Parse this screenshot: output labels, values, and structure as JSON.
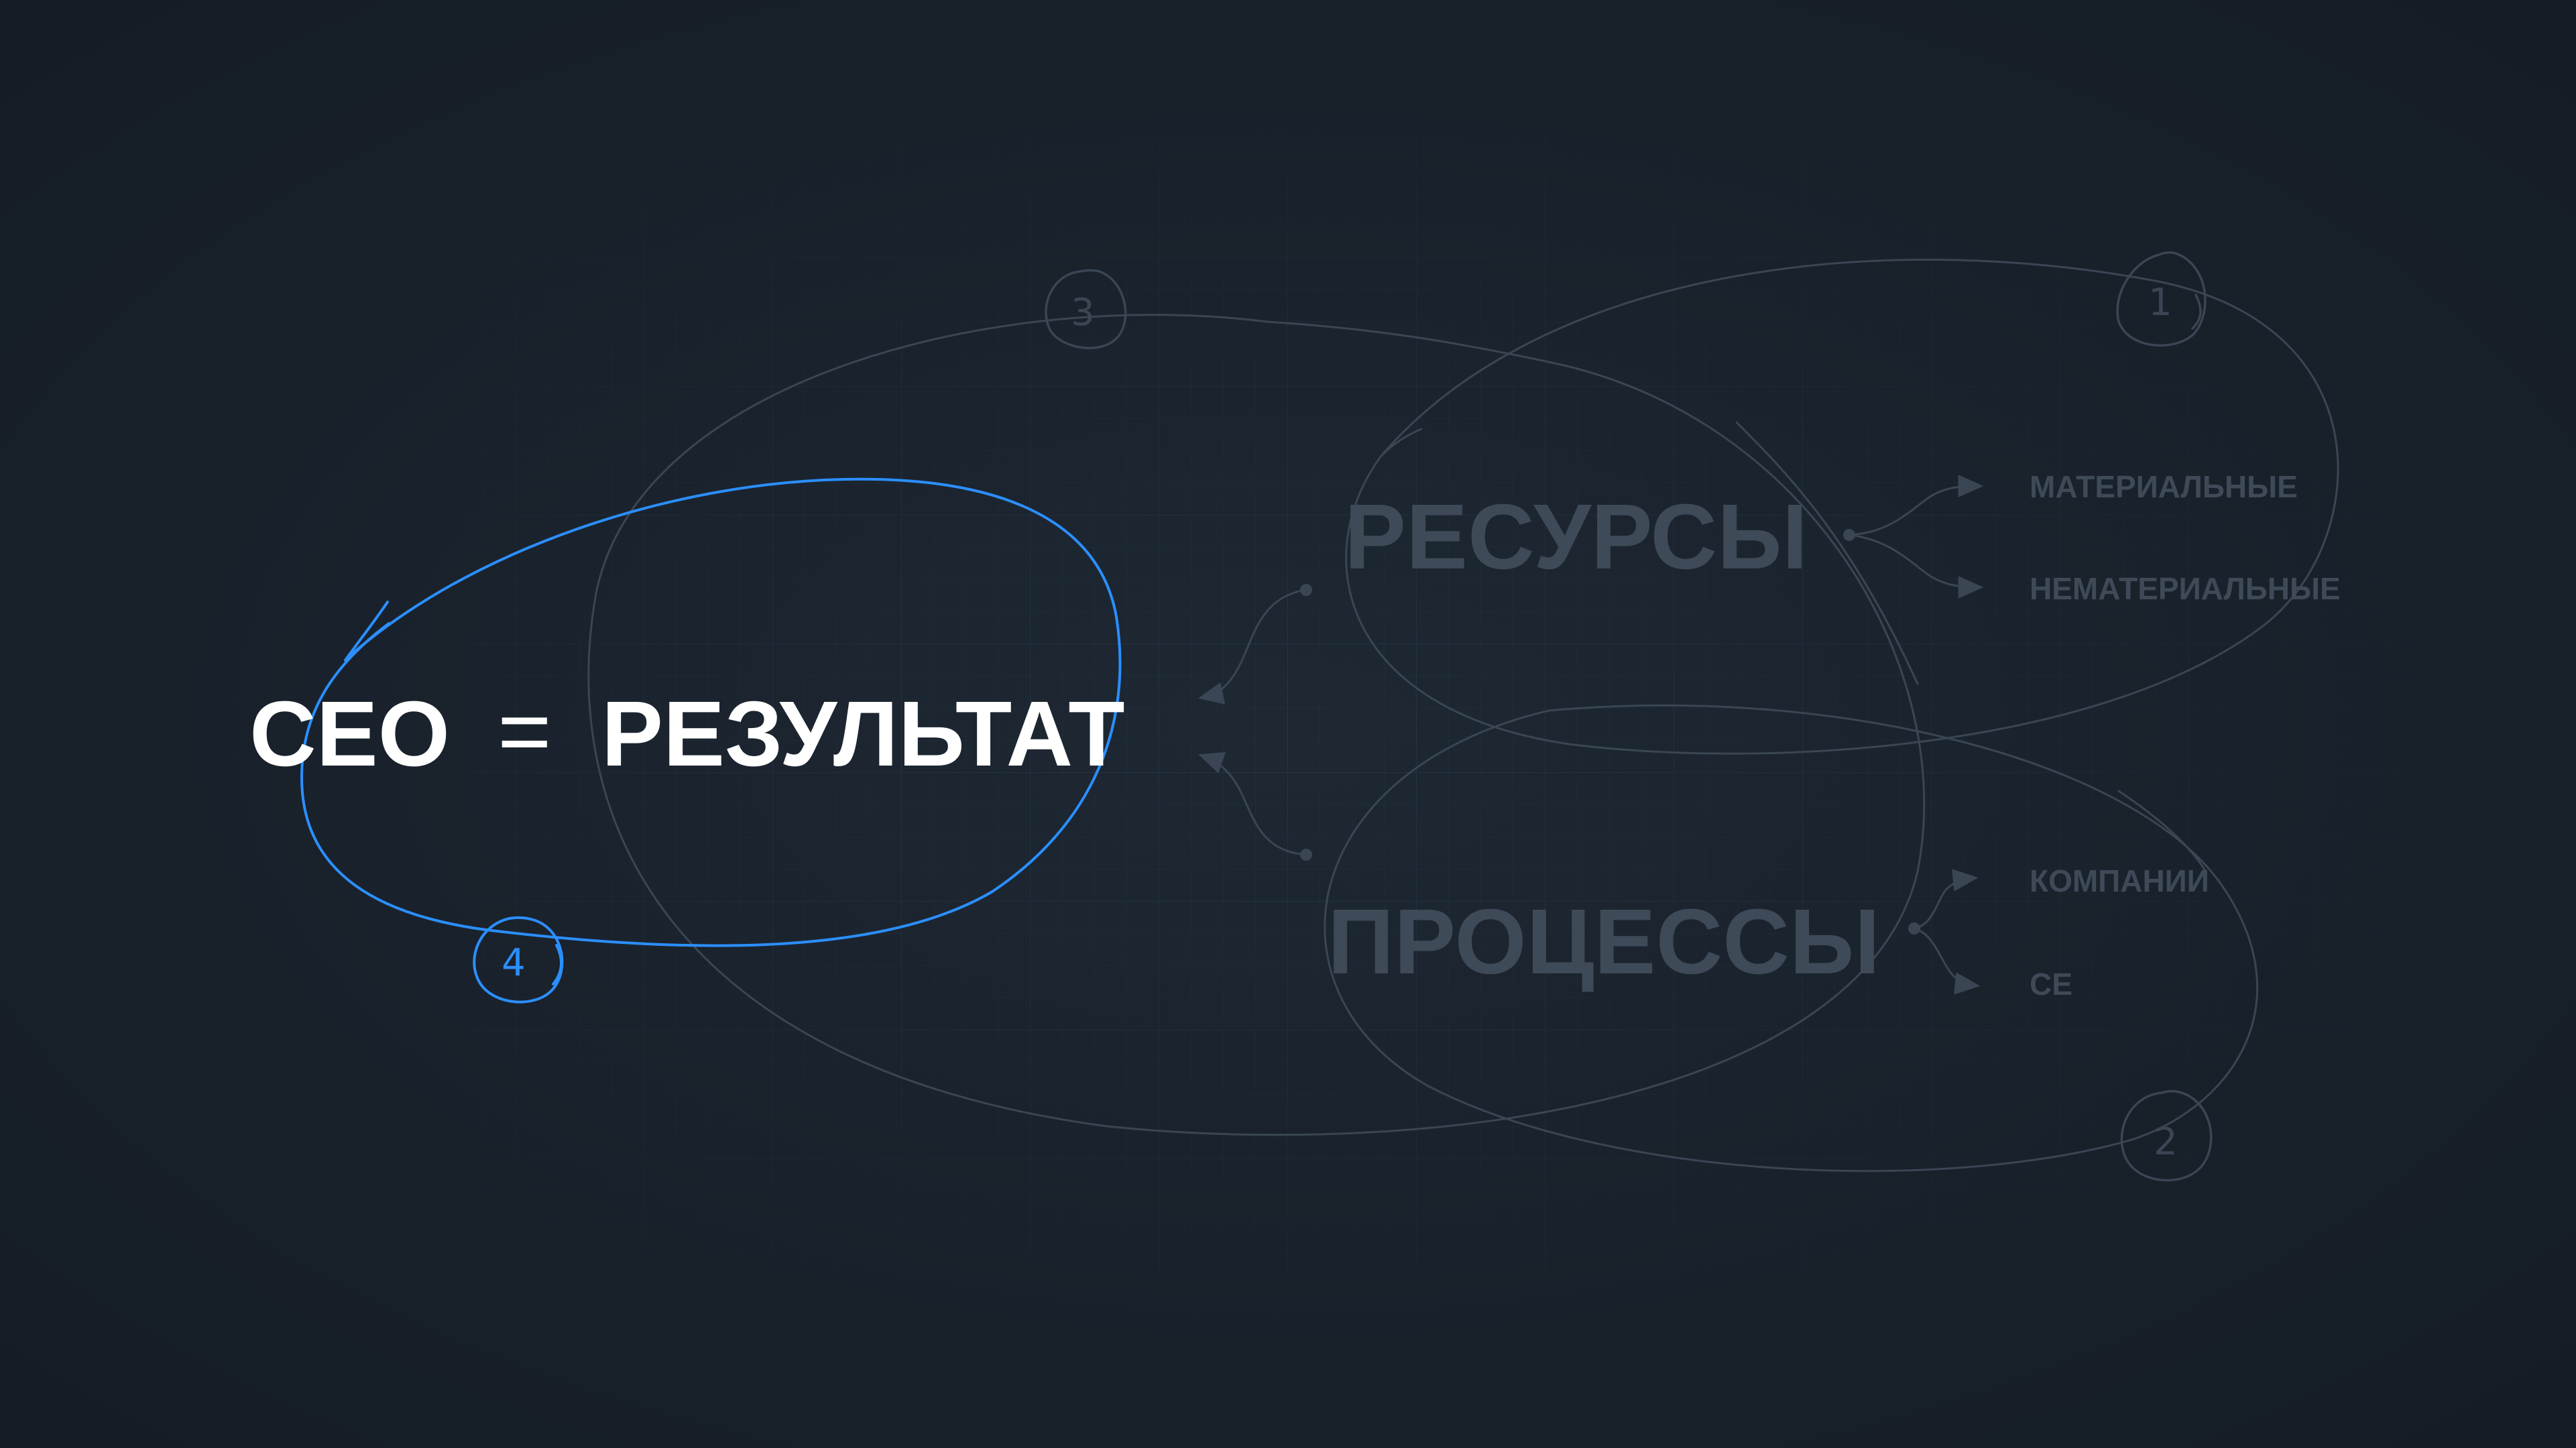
{
  "colors": {
    "background": "#18212b",
    "accent": "#2b8fff",
    "muted_line": "#3a4654",
    "muted_text": "#3e4a57",
    "main_text": "#ffffff"
  },
  "formula": {
    "left": "CEO",
    "equals": "=",
    "right": "РЕЗУЛЬТАТ"
  },
  "resources": {
    "title": "РЕСУРСЫ",
    "branches": [
      "МАТЕРИАЛЬНЫЕ",
      "НЕМАТЕРИАЛЬНЫЕ"
    ]
  },
  "processes": {
    "title": "ПРОЦЕССЫ",
    "branches": [
      "КОМПАНИИ",
      "СЕ"
    ]
  },
  "markers": [
    "1",
    "2",
    "3",
    "4"
  ]
}
